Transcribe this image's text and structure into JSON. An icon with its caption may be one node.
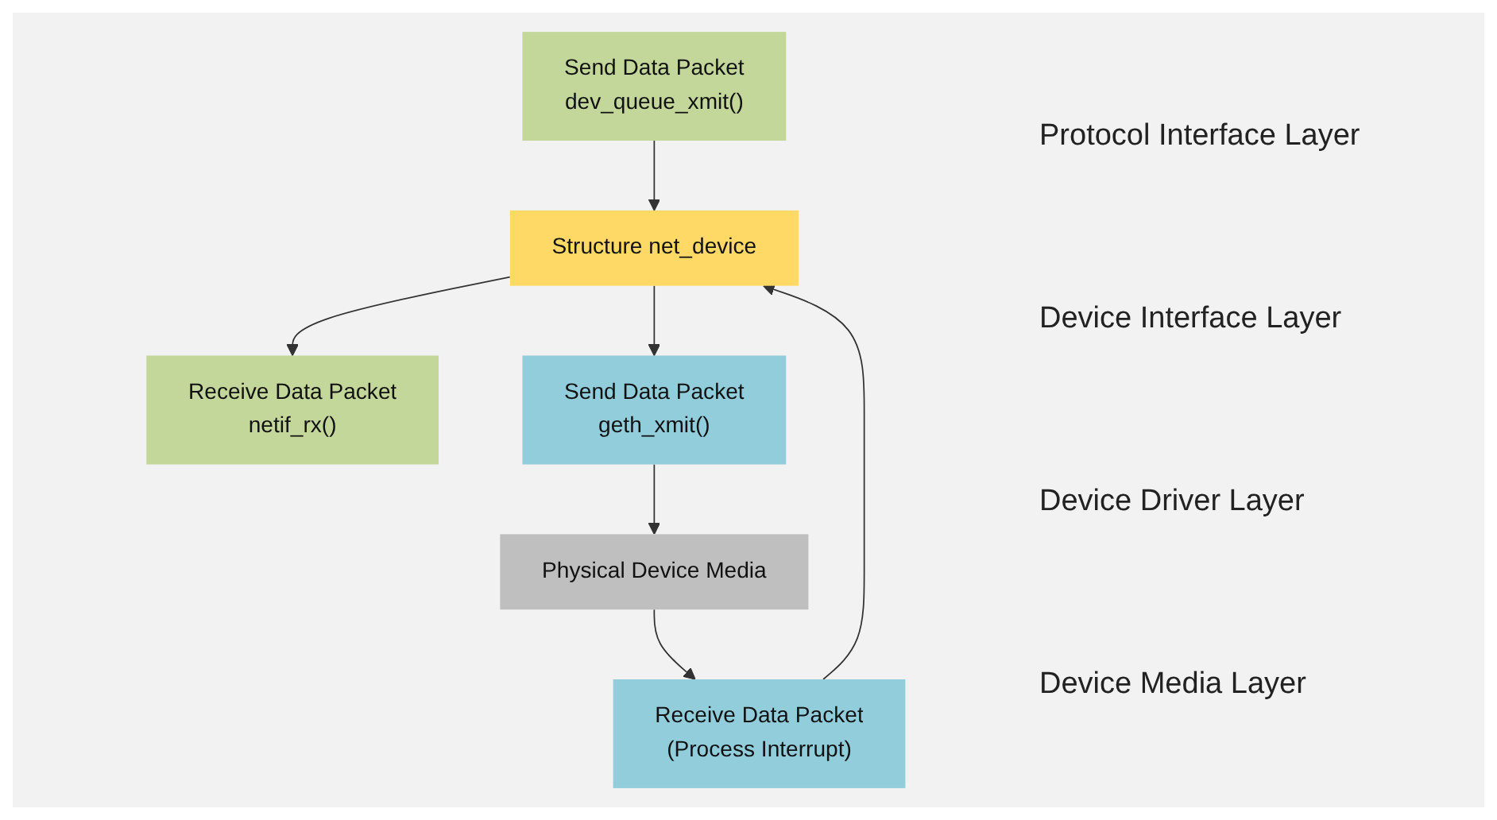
{
  "diagram": {
    "nodes": [
      {
        "text": [
          "Send Data Packet",
          "dev_queue_xmit()"
        ]
      },
      {
        "text": [
          "Receive Data Packet",
          "netif_rx()"
        ]
      },
      {
        "text": [
          "Structure net_device"
        ]
      },
      {
        "text": [
          "Send Data Packet",
          "geth_xmit()"
        ]
      },
      {
        "text": [
          "Receive Data Packet",
          "(Process Interrupt)"
        ]
      },
      {
        "text": [
          "Physical Device Media"
        ]
      }
    ],
    "edges": [
      {
        "from": 0,
        "to": 2,
        "arrow": "to"
      },
      {
        "from": 2,
        "to": 3,
        "arrow": "to"
      },
      {
        "from": 3,
        "to": 5,
        "arrow": "to"
      },
      {
        "from": 5,
        "to": 4,
        "arrow": "to"
      },
      {
        "from": 4,
        "to": 2,
        "arrow": "to"
      },
      {
        "from": 2,
        "to": 1,
        "arrow": "to"
      }
    ],
    "labels": [
      "Protocol Interface Layer",
      "Device Interface Layer",
      "Device Driver Layer",
      "Device Media Layer"
    ]
  }
}
